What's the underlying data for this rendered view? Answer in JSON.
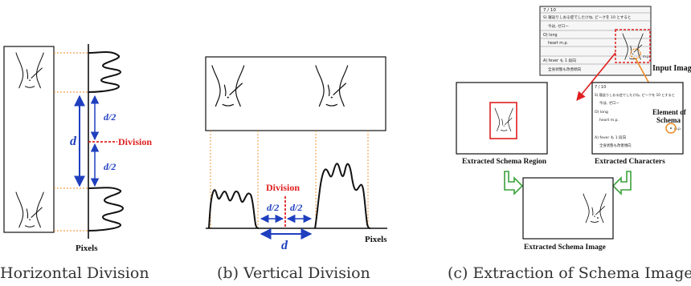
{
  "panel_a": {
    "d_label": "d",
    "half_top": "d/2",
    "half_bottom": "d/2",
    "division_label": "Division",
    "pixels_label": "Pixels",
    "caption": "Horizontal Division"
  },
  "panel_b": {
    "division_label": "Division",
    "half_left": "d/2",
    "half_right": "d/2",
    "d_label": "d",
    "pixels_label": "Pixels",
    "caption": "(b) Vertical Division"
  },
  "panel_c": {
    "input_image_label": "Input Image",
    "extracted_schema_region_label": "Extracted Schema Region",
    "extracted_characters_label": "Extracted Characters",
    "element_of_schema_label_1": "Element of",
    "element_of_schema_label_2": "Schema",
    "extracted_schema_image_label": "Extracted Schema Image",
    "caption": "(c) Extraction of Schema Image",
    "record": {
      "date": "7 / 10",
      "s_line": "S)  寝返りしおる症でしたけね, ピークを 10 とすると",
      "s_line2": "今は, ゼロー",
      "o_line": "O)  long",
      "o_line2": "heart  m.p.",
      "a_line": "A)  fever も 1 段向",
      "a_line2": "全身状態も改善傾向",
      "mp": "m.p."
    }
  },
  "colors": {
    "blue": "#1f3fbf",
    "red": "#e02020",
    "orange": "#f08a24",
    "green": "#3aa23a"
  }
}
